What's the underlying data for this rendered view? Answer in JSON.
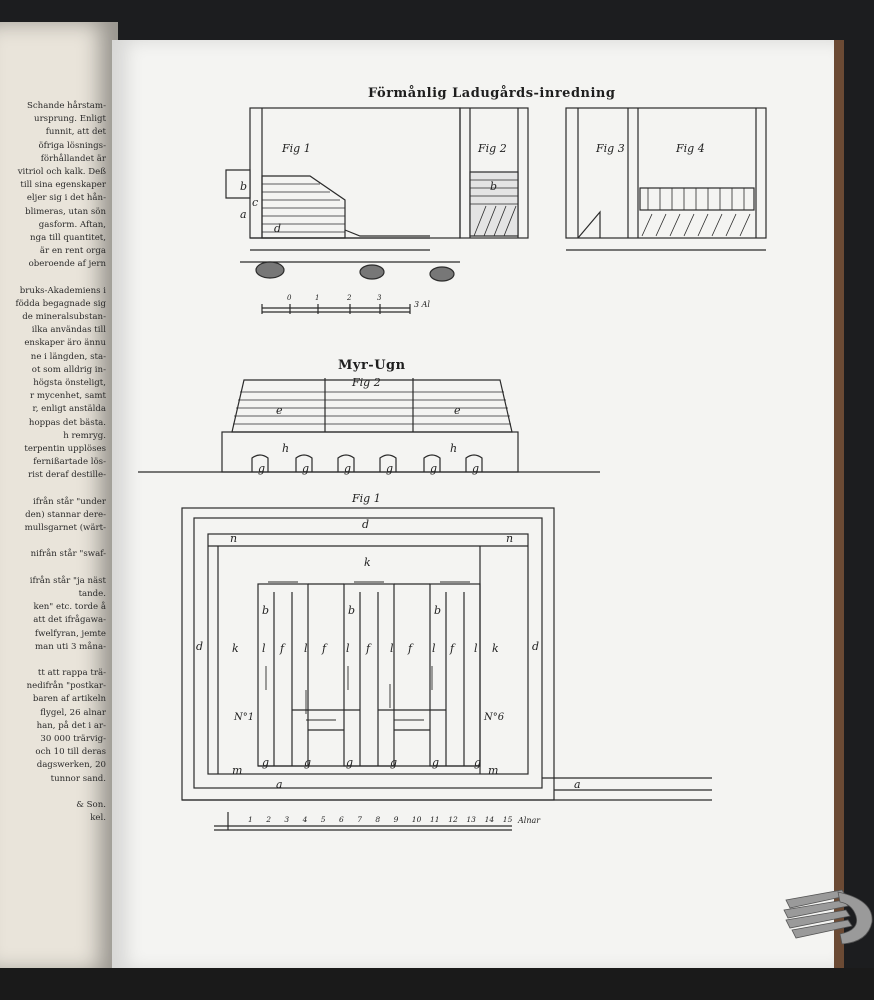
{
  "plate": {
    "title_top": "Förmånlig Ladugårds-inredning",
    "title_middle": "Myr-Ugn",
    "fig_labels_top": [
      "Fig 1",
      "Fig 2",
      "Fig 3",
      "Fig 4"
    ],
    "fig_label_middle": "Fig 2",
    "fig_label_bottom": "Fig 1",
    "scale_top": "3 Al",
    "scale_top_ticks": [
      "0",
      "1",
      "2",
      "3"
    ],
    "scale_bottom_unit": "Alnar",
    "scale_bottom_ticks": [
      "1",
      "2",
      "3",
      "4",
      "5",
      "6",
      "7",
      "8",
      "9",
      "10",
      "11",
      "12",
      "13",
      "14",
      "15"
    ],
    "number_left": "N°1",
    "number_right": "N°6",
    "letters": {
      "a": "a",
      "b": "b",
      "c": "c",
      "d": "d",
      "e": "e",
      "f": "f",
      "g": "g",
      "h": "h",
      "k": "k",
      "l": "l",
      "m": "m",
      "n": "n"
    }
  },
  "left_page_lines": [
    "Schande hårstam-",
    "ursprung. Enligt",
    "funnit, att det",
    "öfriga lösnings-",
    "förhållandet är",
    "vitriol och kalk. Deß",
    "till sina egenskaper",
    "eljer sig i det hån-",
    "blimeras, utan sön",
    "gasform. Aftan,",
    "nga till quantitet,",
    "är en rent orga",
    "oberoende af jern",
    "",
    "bruks-Akademiens i",
    "födda begagnade sig",
    "de mineralsubstan-",
    "ilka användas till",
    "enskaper äro ännu",
    "ne i längden, sta-",
    "ot som alldrig in-",
    "högsta önsteligt,",
    "r mycenhet, samt",
    "r, enligt anstälda",
    "hoppas det bästa.",
    "h remryg.",
    "terpentin upplöses",
    "fernißartade lös-",
    "rist deraf destille-",
    "",
    "ifrån står \"under",
    "den) stannar dere-",
    "mullsgarnet (wärt-",
    "",
    "nifrån står \"swaf-",
    "",
    "ifrån står \"ja näst",
    "tande.",
    "ken\" etc. torde å",
    "att det ifrågawa-",
    "fwelfyran, jemte",
    "man uti 3 måna-",
    "",
    "tt att rappa trä-",
    "nedifrån \"postkar-",
    "baren af artikeln",
    "flygel, 26 alnar",
    "han, på det i ar-",
    "30 000 trärvig-",
    "och 10 till deras",
    "dagswerken, 20",
    "tunnor sand.",
    "",
    "& Son.",
    "kel."
  ]
}
